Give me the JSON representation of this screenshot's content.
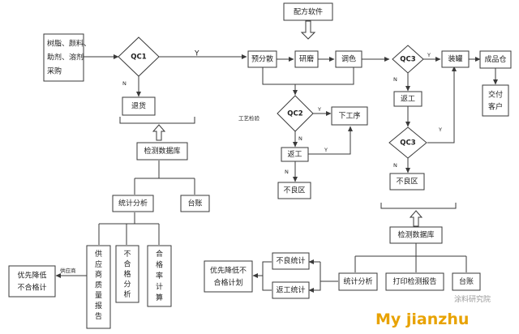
{
  "nodes": {
    "raw_materials": [
      "树脂、颜料、",
      "助剂、溶剂",
      "采购"
    ],
    "qc1": "QC1",
    "return": "退货",
    "formula_software": "配方软件",
    "pre_disperse": "预分散",
    "grinding": "研磨",
    "tinting": "调色",
    "qc2": "QC2",
    "process_check": "工艺检验",
    "next_process": "下工序",
    "rework_a": "返工",
    "defect_area_a": "不良区",
    "qc3_upper": "QC3",
    "rework_b": "返工",
    "qc3_lower": "QC3",
    "defect_area_b": "不良区",
    "filling": "装罐",
    "finished_warehouse": "成品仓",
    "deliver_customer": [
      "交付",
      "客户"
    ],
    "db_left": "检测数据库",
    "stats_left": "统计分析",
    "ledger_left": "台账",
    "supplier_quality_report": "供应商质量报告",
    "nonconforming_analysis": "不合格分析",
    "pass_rate_calc": "合格率计算",
    "supplier_label": "供应商",
    "priority_reduce_left": [
      "优先降低",
      "不合格计"
    ],
    "db_right": "检测数据库",
    "stats_right": "统计分析",
    "print_report": "打印检测报告",
    "ledger_right": "台账",
    "defect_stats": "不良统计",
    "rework_stats": "返工统计",
    "priority_reduce_right": [
      "优先降低不",
      "合格计划"
    ]
  },
  "edge_labels": {
    "qc1_yes": "Y",
    "qc1_no": "N",
    "qc2_yes": "Y",
    "qc2_no": "N",
    "qc2_loop_yes": "Y",
    "rework_a_no": "N",
    "qc3_upper_yes": "Y",
    "qc3_upper_no": "N",
    "qc3_lower_yes": "Y",
    "qc3_lower_no": "N"
  },
  "watermark": {
    "site": "My jianzhu",
    "tag": "涂料研究院"
  }
}
